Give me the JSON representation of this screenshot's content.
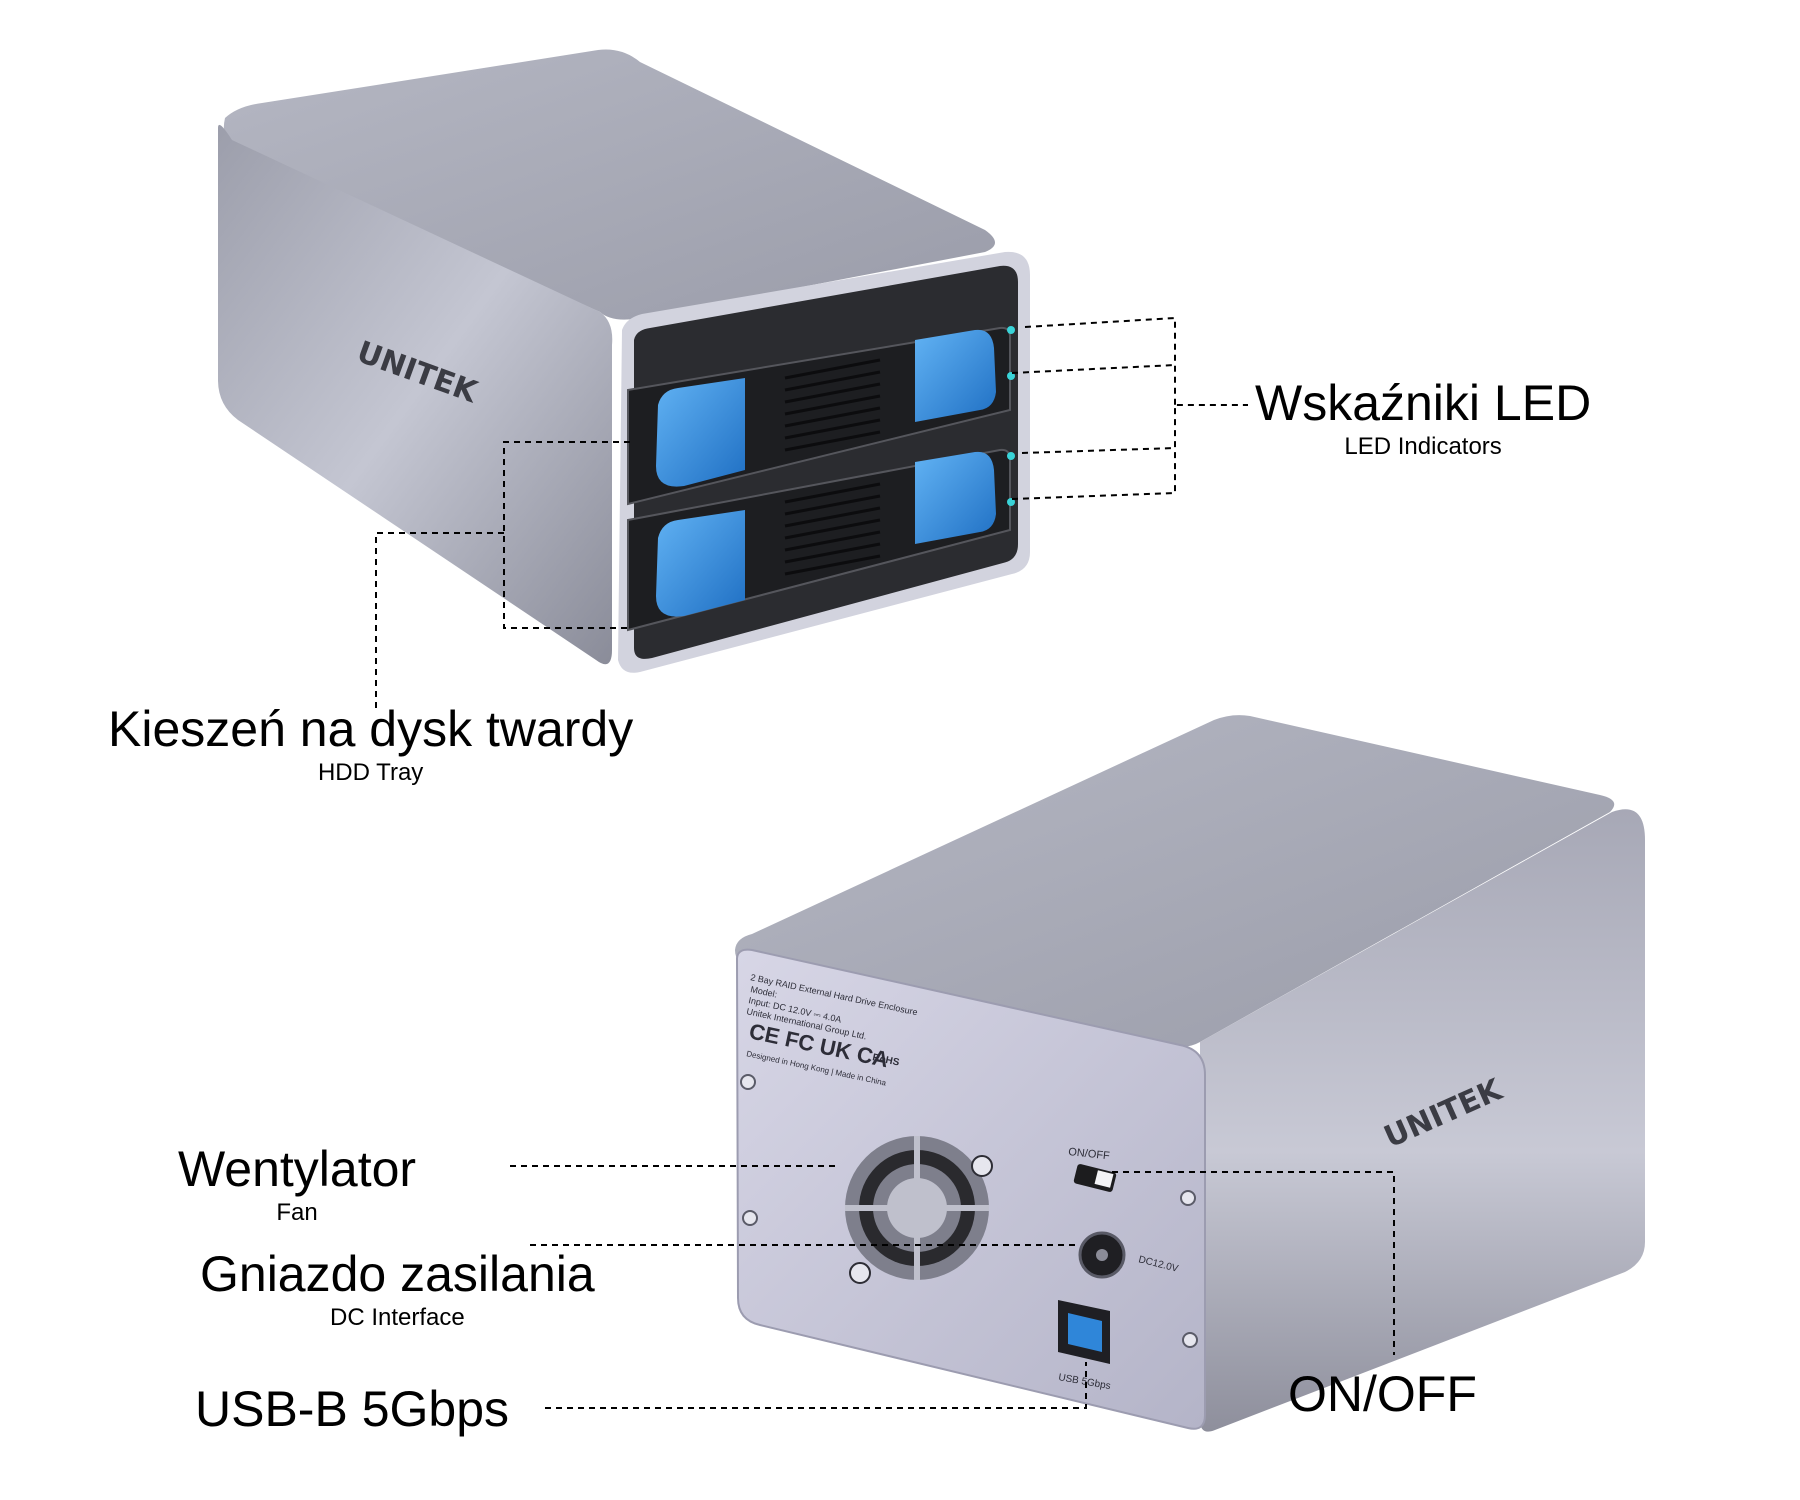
{
  "brand": "UNITEK",
  "labels": {
    "led": {
      "pl": "Wskaźniki LED",
      "en": "LED Indicators"
    },
    "hdd": {
      "pl": "Kieszeń na dysk twardy",
      "en": "HDD Tray"
    },
    "fan": {
      "pl": "Wentylator",
      "en": "Fan"
    },
    "dc": {
      "pl": "Gniazdo zasilania",
      "en": "DC Interface"
    },
    "usb": "USB-B 5Gbps",
    "onoff": "ON/OFF"
  },
  "rear_panel": {
    "line1": "2 Bay RAID External Hard Drive Enclosure",
    "line2": "Model:",
    "line3": "Input: DC 12.0V ⎓ 4.0A",
    "line4": "Unitek International Group Ltd.",
    "certs": "CE FC UK CA",
    "rohs": "RoHS",
    "line5": "Designed in Hong Kong | Made in China",
    "switch_label": "ON/OFF",
    "dc_label": "DC12.0V",
    "usb_label": "USB 5Gbps"
  },
  "colors": {
    "aluminium_light": "#c9cad6",
    "aluminium_dark": "#7d7e8c",
    "bezel": "#2b2c30",
    "tray_blue": "#2f86d9",
    "led": "#39d3d8"
  }
}
